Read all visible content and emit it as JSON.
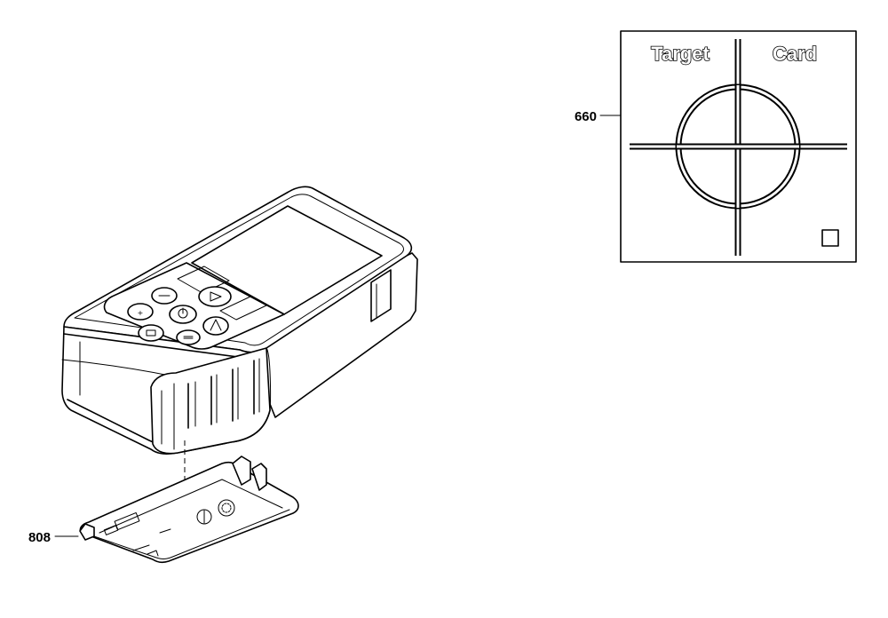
{
  "callouts": {
    "target_card": "660",
    "battery_cover": "808"
  },
  "target_card": {
    "title_left": "Target",
    "title_right": "Card"
  },
  "colors": {
    "line": "#000000",
    "background": "#ffffff"
  }
}
